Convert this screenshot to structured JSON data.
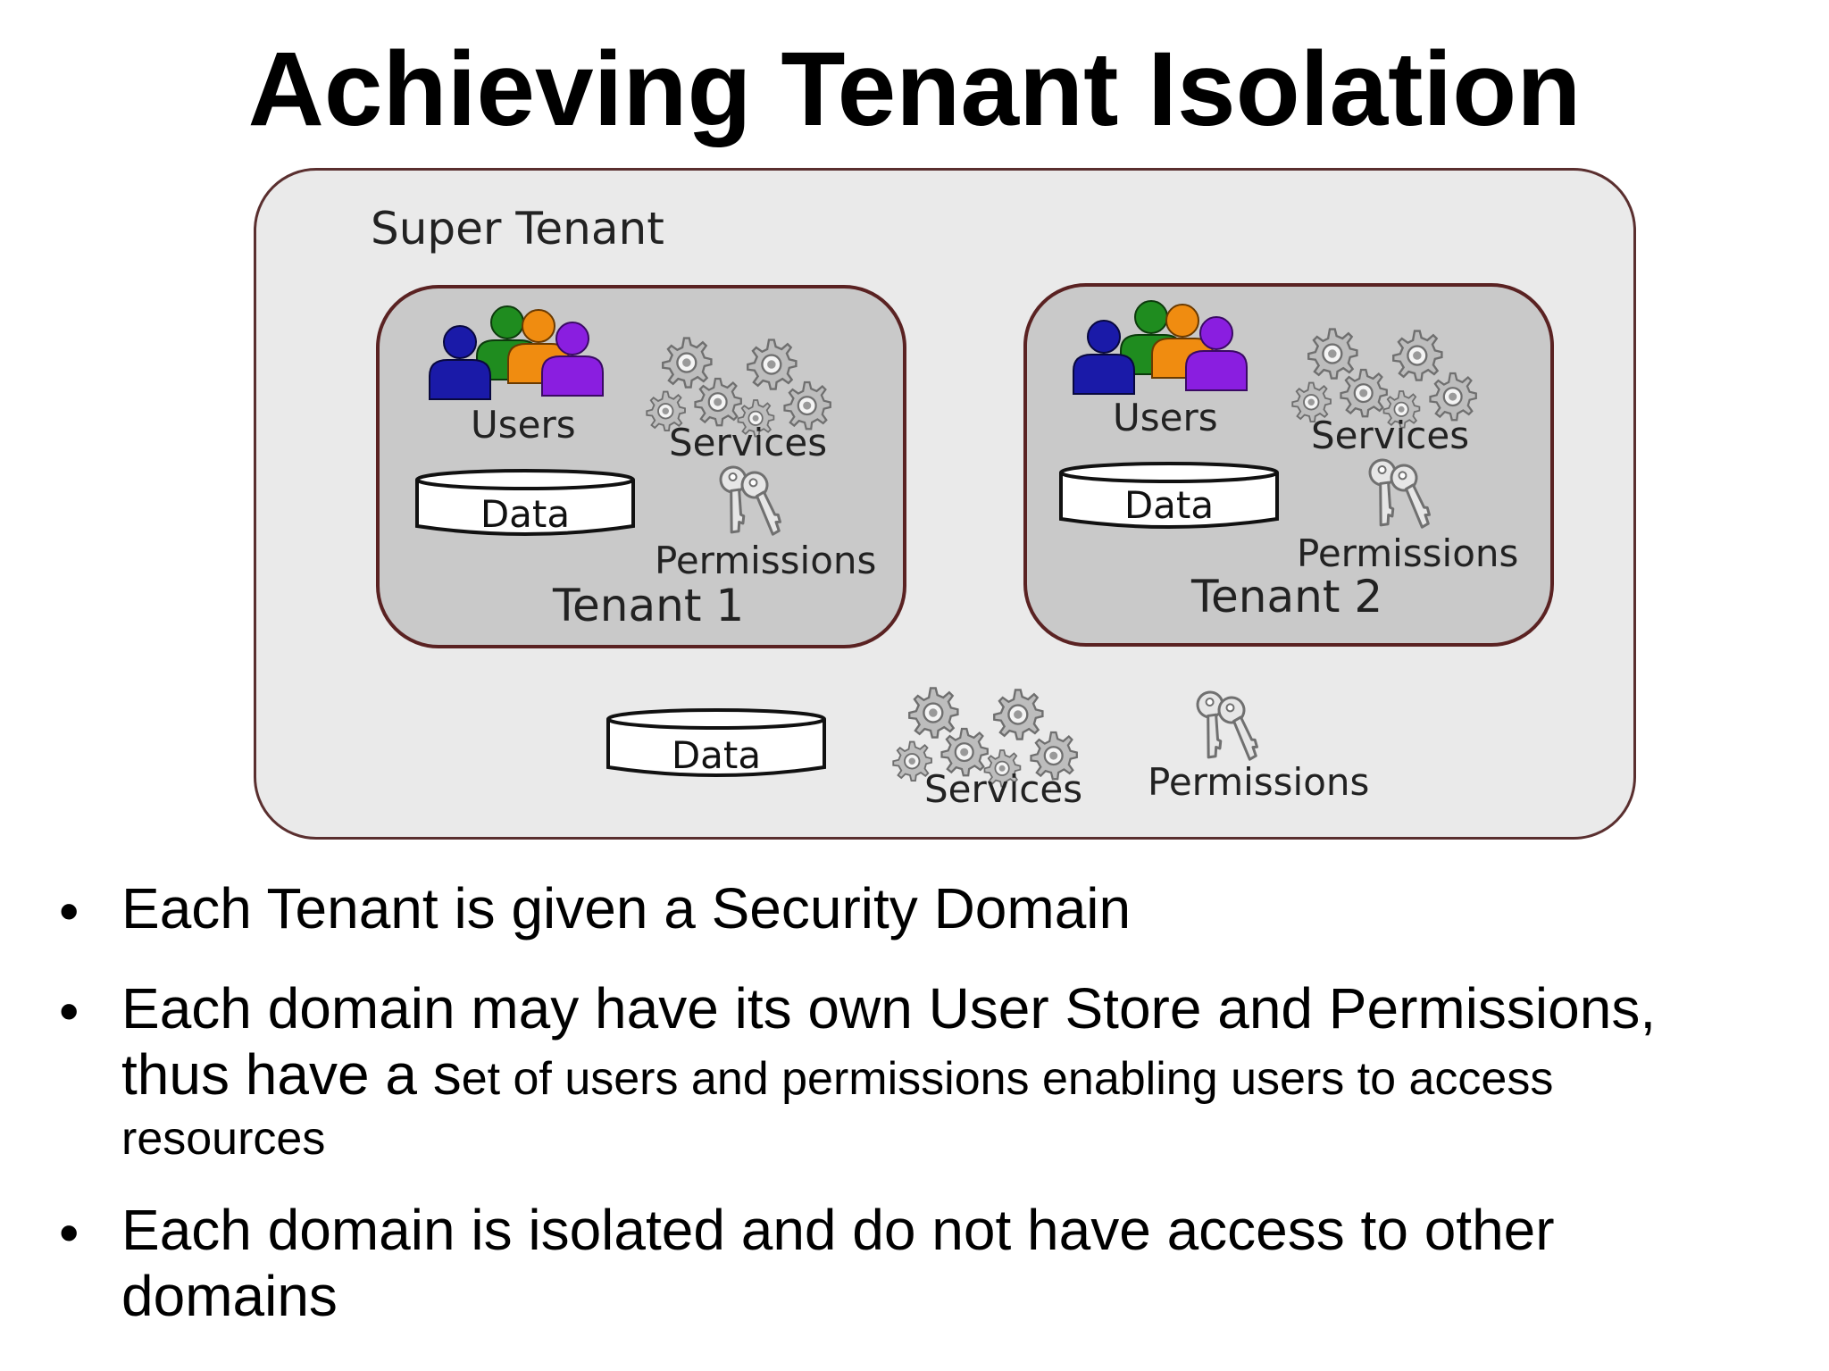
{
  "slide": {
    "title": "Achieving Tenant Isolation"
  },
  "diagram": {
    "super_tenant_label": "Super Tenant",
    "tenants": [
      {
        "name": "Tenant 1",
        "users_label": "Users",
        "services_label": "Services",
        "data_label": "Data",
        "permissions_label": "Permissions"
      },
      {
        "name": "Tenant 2",
        "users_label": "Users",
        "services_label": "Services",
        "data_label": "Data",
        "permissions_label": "Permissions"
      }
    ],
    "shared": {
      "data_label": "Data",
      "services_label": "Services",
      "permissions_label": "Permissions"
    },
    "icons": {
      "users": "users-group-icon",
      "services": "gears-icon",
      "data": "database-cylinder-icon",
      "permissions": "keys-icon"
    },
    "colors": {
      "super_bg": "#eaeaea",
      "tenant_bg": "#c9c9c9",
      "border": "#5a2222",
      "user_blue": "#1a1aa8",
      "user_green": "#1f8c1f",
      "user_orange": "#f08c10",
      "user_purple": "#8a1ee0"
    }
  },
  "bullets": [
    {
      "text": "Each Tenant is given a Security Domain"
    },
    {
      "line1": "Each domain may have its own User Store and Permissions,",
      "line2_large": "thus have a s",
      "line2_small": "et of users and permissions enabling users to access",
      "line3": "resources"
    },
    {
      "line1": "Each domain is isolated and do not have access to other",
      "line2": "domains"
    }
  ]
}
